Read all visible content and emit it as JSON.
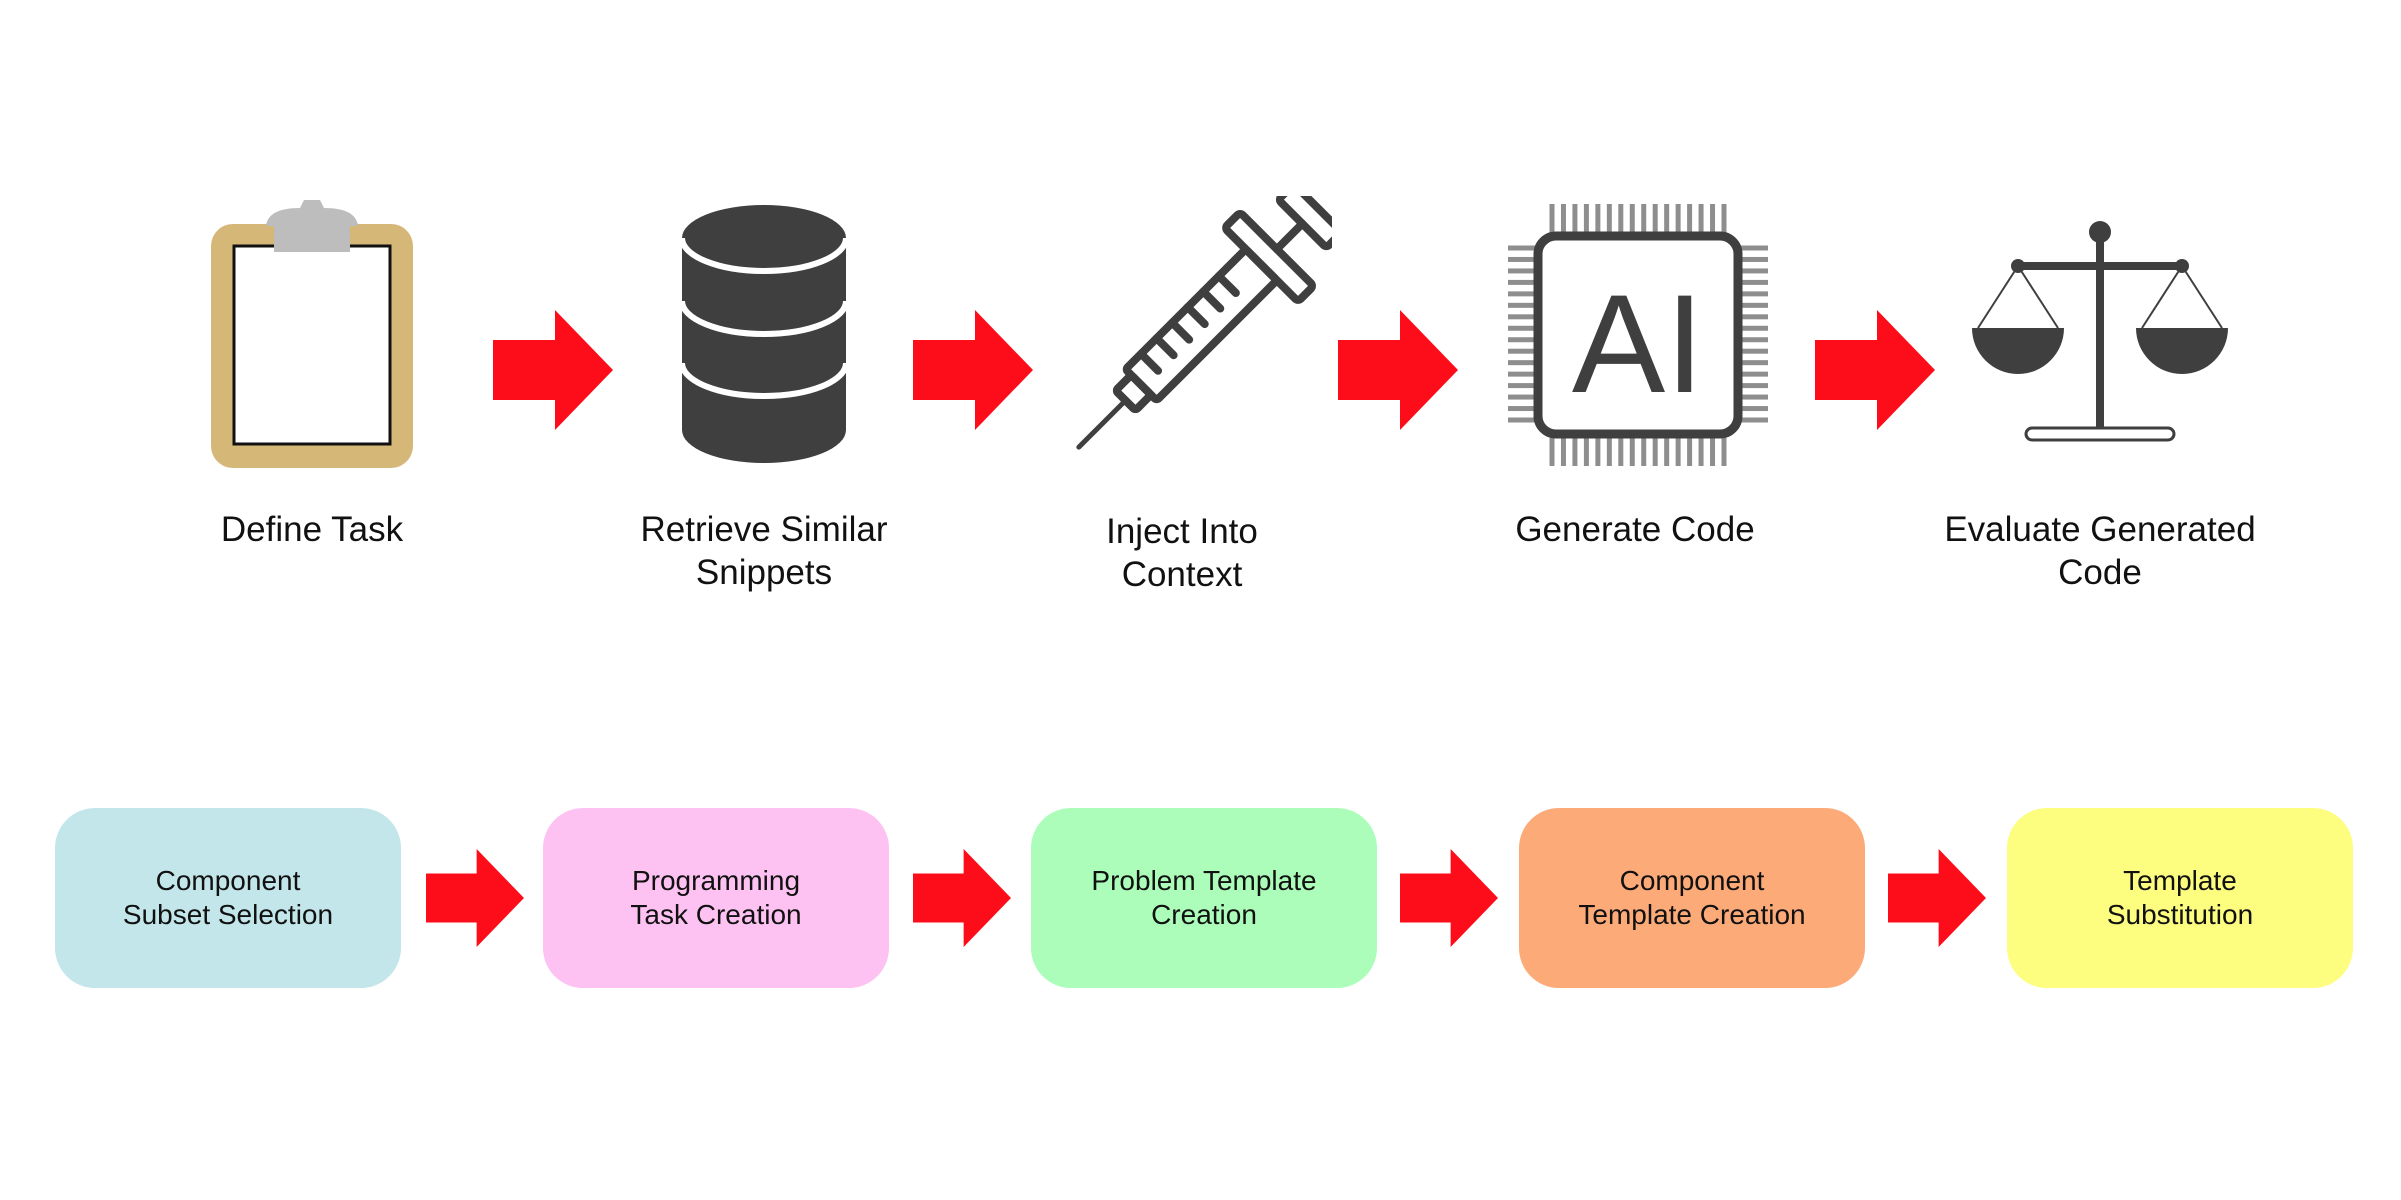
{
  "pipeline": {
    "steps": [
      {
        "label": "Define Task",
        "icon": "clipboard-icon"
      },
      {
        "label": "Retrieve Similar\nSnippets",
        "icon": "database-icon"
      },
      {
        "label": "Inject Into\nContext",
        "icon": "syringe-icon"
      },
      {
        "label": "Generate Code",
        "icon": "ai-chip-icon"
      },
      {
        "label": "Evaluate Generated\nCode",
        "icon": "balance-scale-icon"
      }
    ]
  },
  "stages": [
    {
      "label": "Component\nSubset Selection",
      "color": "#c2e6ea"
    },
    {
      "label": "Programming\nTask Creation",
      "color": "#fdc2f2"
    },
    {
      "label": "Problem Template\nCreation",
      "color": "#abfdb9"
    },
    {
      "label": "Component\nTemplate Creation",
      "color": "#fdaa79"
    },
    {
      "label": "Template\nSubstitution",
      "color": "#fdfd80"
    }
  ],
  "colors": {
    "arrow": "#fd0d1a",
    "icon_dark": "#3f3f3f",
    "clipboard_frame": "#d5b878",
    "clipboard_clip": "#bdbdbd",
    "chip_pins": "#8e8e8e"
  },
  "ai_chip": {
    "text": "AI"
  }
}
